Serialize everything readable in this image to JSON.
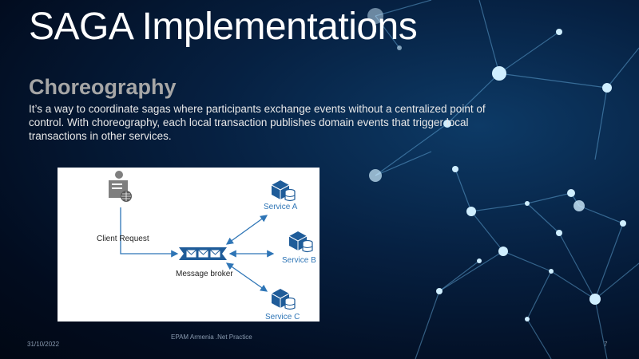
{
  "slide": {
    "title": "SAGA Implementations",
    "subtitle": "Choreography",
    "body": "It’s a way to coordinate sagas where participants exchange events without a centralized point of control. With choreography, each local transaction publishes domain events that trigger local transactions in other services."
  },
  "diagram": {
    "client_label": "Client Request",
    "broker_label": "Message broker",
    "services": [
      "Service A",
      "Service B",
      "Service C"
    ],
    "colors": {
      "accent": "#2e75b6",
      "service_text": "#2e75b6",
      "icon_dark": "#1f5c99"
    }
  },
  "footer": {
    "date": "31/10/2022",
    "center": "EPAM Armenia .Net Practice",
    "page": "7"
  }
}
